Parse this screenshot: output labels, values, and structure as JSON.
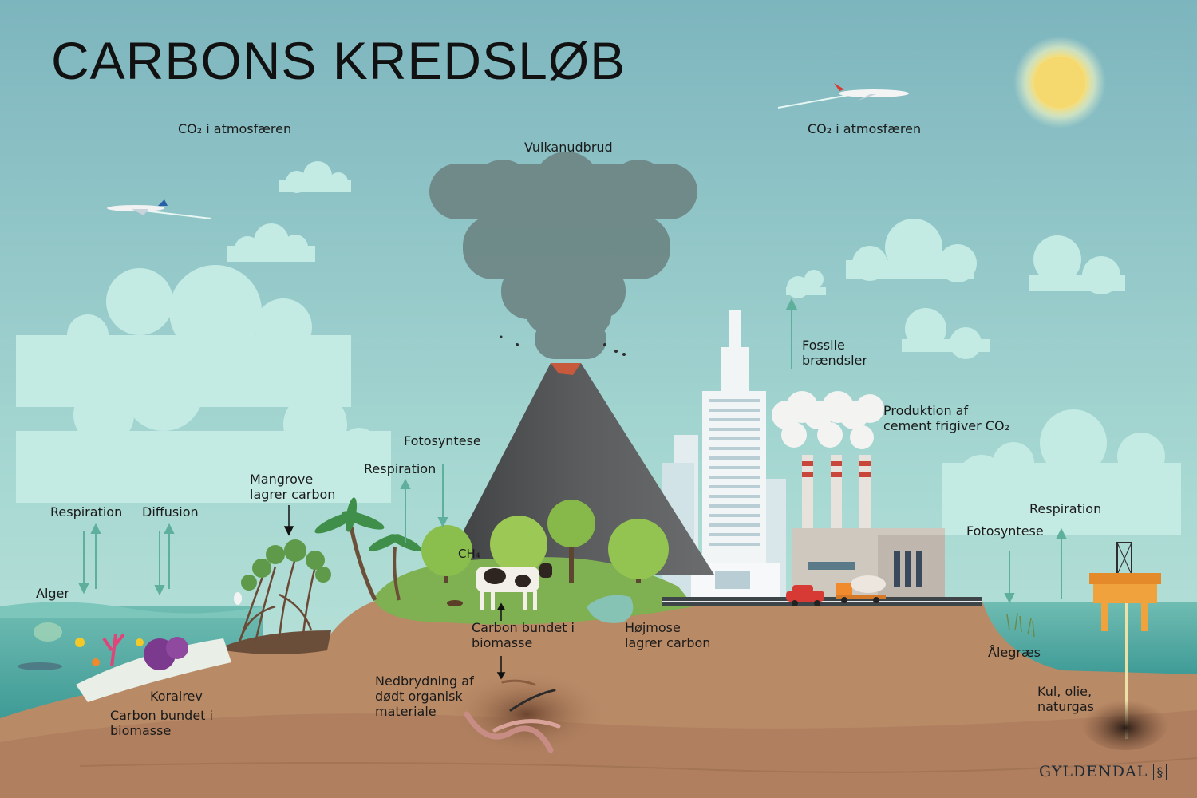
{
  "title": "CARBONS KREDSLØB",
  "labels": {
    "co2_atmosphere_left": "CO₂ i atmosfæren",
    "co2_atmosphere_right": "CO₂ i atmosfæren",
    "volcanic_eruption": "Vulkanudbrud",
    "fossil_fuels_line1": "Fossile",
    "fossil_fuels_line2": "brændsler",
    "cement_line1": "Produktion af",
    "cement_line2": "cement frigiver CO₂",
    "photosynthesis_land": "Fotosyntese",
    "respiration_land": "Respiration",
    "mangrove_line1": "Mangrove",
    "mangrove_line2": "lagrer carbon",
    "respiration_sea": "Respiration",
    "diffusion": "Diffusion",
    "algae": "Alger",
    "ch4": "CH₄",
    "biomass_land_line1": "Carbon bundet i",
    "biomass_land_line2": "biomasse",
    "bog_line1": "Højmose",
    "bog_line2": "lagrer carbon",
    "decomposition_line1": "Nedbrydning af",
    "decomposition_line2": "dødt organisk",
    "decomposition_line3": "materiale",
    "coral_reef": "Koralrev",
    "biomass_reef_line1": "Carbon bundet i",
    "biomass_reef_line2": "biomasse",
    "respiration_right": "Respiration",
    "photosynthesis_right": "Fotosyntese",
    "seagrass": "Ålegræs",
    "fossil_deposit_line1": "Kul, olie,",
    "fossil_deposit_line2": "naturgas"
  },
  "brand": "GYLDENDAL",
  "colors": {
    "sky_top": "#7fb9c0",
    "sky_bottom": "#b4e0d6",
    "soil": "#b88866",
    "soil_dark": "#9a6b4c",
    "sea": "#5fb0a8",
    "arrow": "#5fae9c",
    "volcano": "#55575a",
    "smoke": "#6f8583",
    "sun": "#f5dc7a"
  }
}
